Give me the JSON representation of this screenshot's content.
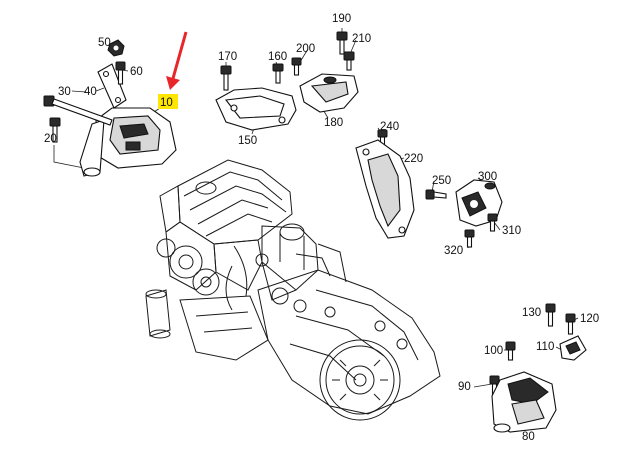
{
  "diagram": {
    "callouts": {
      "p10": "10",
      "p20": "20",
      "p30": "30",
      "p40": "40",
      "p50": "50",
      "p60": "60",
      "p80": "80",
      "p90": "90",
      "p100": "100",
      "p110": "110",
      "p120": "120",
      "p130": "130",
      "p150": "150",
      "p160": "160",
      "p170": "170",
      "p180": "180",
      "p190": "190",
      "p200": "200",
      "p210": "210",
      "p220": "220",
      "p240": "240",
      "p250": "250",
      "p300": "300",
      "p310": "310",
      "p320": "320"
    },
    "highlight_color": "#ffe600",
    "arrow_color": "#e8262a"
  }
}
